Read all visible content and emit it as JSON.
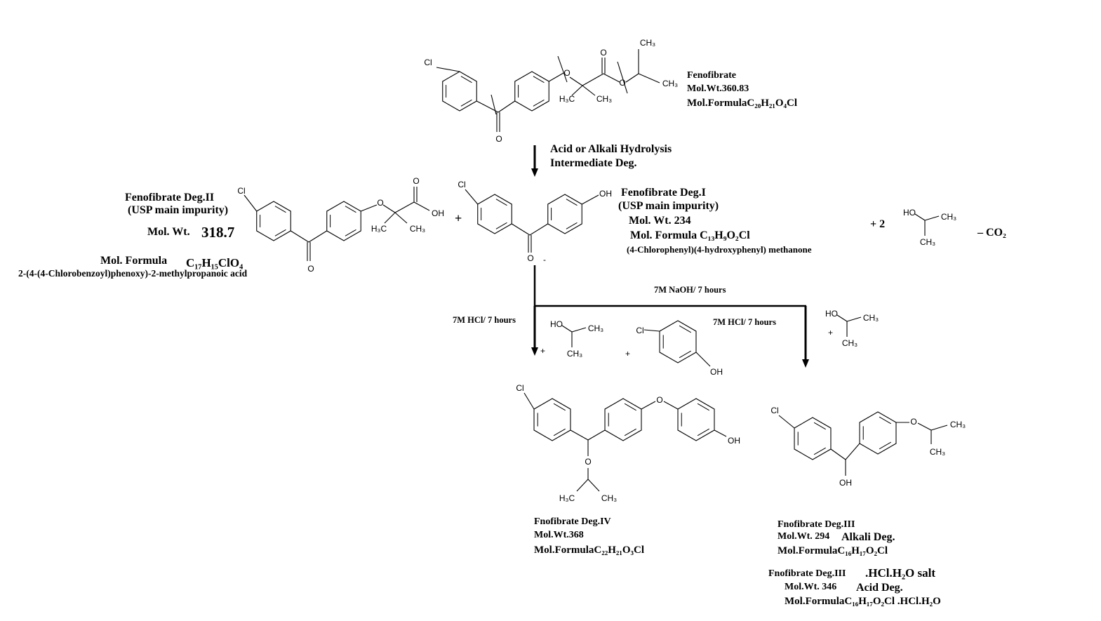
{
  "fenofibrate": {
    "name": "Fenofibrate",
    "mol_wt": "Mol.Wt.360.83",
    "formula": "Mol.FormulaC₂₀H₂₁O₄Cl",
    "atoms": {
      "cl": "Cl",
      "o_ketone": "O",
      "o_ether": "O",
      "o_carbonyl": "O",
      "o_ester": "O",
      "ch3_top": "CH₃",
      "ch3_right": "CH₃",
      "h3c_gem": "H₃C",
      "ch3_gem": "CH₃"
    }
  },
  "hydrolysis": {
    "line1": "Acid or Alkali Hydrolysis",
    "line2": "Intermediate Deg."
  },
  "deg2": {
    "name": "Fenofibrate Deg.II",
    "note": "(USP main impurity)",
    "mol_wt_label": "Mol. Wt.",
    "mol_wt": "318.7",
    "formula_label": "Mol. Formula",
    "formula": "C₁₇H₁₅ClO₄",
    "iupac": "2-(4-(4-Chlorobenzoyl)phenoxy)-2-methylpropanoic acid",
    "atoms": {
      "cl": "Cl",
      "o_ketone": "O",
      "o_ether": "O",
      "o_carbonyl": "O",
      "oh": "OH",
      "h3c": "H₃C",
      "ch3": "CH₃"
    }
  },
  "plus1": "+",
  "deg1": {
    "name": "Fenofibrate Deg.I",
    "note": "(USP main impurity)",
    "mol_wt": "Mol. Wt.  234",
    "formula": "Mol. Formula C₁₃H₉O₂Cl",
    "iupac": "(4-Chlorophenyl)(4-hydroxyphenyl) methanone",
    "atoms": {
      "cl": "Cl",
      "oh": "OH",
      "o_ketone": "O",
      "minus": "-"
    }
  },
  "byproducts": {
    "plus_two": "+ 2",
    "minus_co2": "–  CO₂",
    "ipa": {
      "ho": "HO",
      "ch3a": "CH₃",
      "ch3b": "CH₃"
    }
  },
  "conditions": {
    "naoh": "7M NaOH/ 7 hours",
    "hcl_left": "7M HCl/ 7 hours",
    "hcl_right": "7M HCl/ 7 hours"
  },
  "acid_branch": {
    "plus_a": "+",
    "plus_b": "+",
    "ipa": {
      "ho": "HO",
      "ch3a": "CH₃",
      "ch3b": "CH₃"
    },
    "chlorophenol": {
      "cl": "Cl",
      "oh": "OH"
    }
  },
  "alkali_branch": {
    "plus": "+",
    "ipa": {
      "ho": "HO",
      "ch3a": "CH₃",
      "ch3b": "CH₃"
    }
  },
  "deg4": {
    "name": "Fnofibrate Deg.IV",
    "mol_wt": "Mol.Wt.368",
    "formula": "Mol.FormulaC₂₂H₂₁O₃Cl",
    "atoms": {
      "cl": "Cl",
      "o_bridge": "O",
      "oh": "OH",
      "o_ether": "O",
      "h3c": "H₃C",
      "ch3": "CH₃"
    }
  },
  "deg3": {
    "name": "Fnofibrate Deg.III",
    "mol_wt": "Mol.Wt. 294",
    "type": "Alkali Deg.",
    "formula": "Mol.FormulaC₁₆H₁₇O₂Cl",
    "salt_name": "Fnofibrate Deg.III",
    "salt_suffix": ".HCl.H₂O salt",
    "salt_mol_wt": "Mol.Wt. 346",
    "salt_type": "Acid Deg.",
    "salt_formula": "Mol.FormulaC₁₆H₁₇O₂Cl .HCl.H₂O",
    "atoms": {
      "cl": "Cl",
      "oh": "OH",
      "o_ether": "O",
      "ch3a": "CH₃",
      "ch3b": "CH₃"
    }
  }
}
